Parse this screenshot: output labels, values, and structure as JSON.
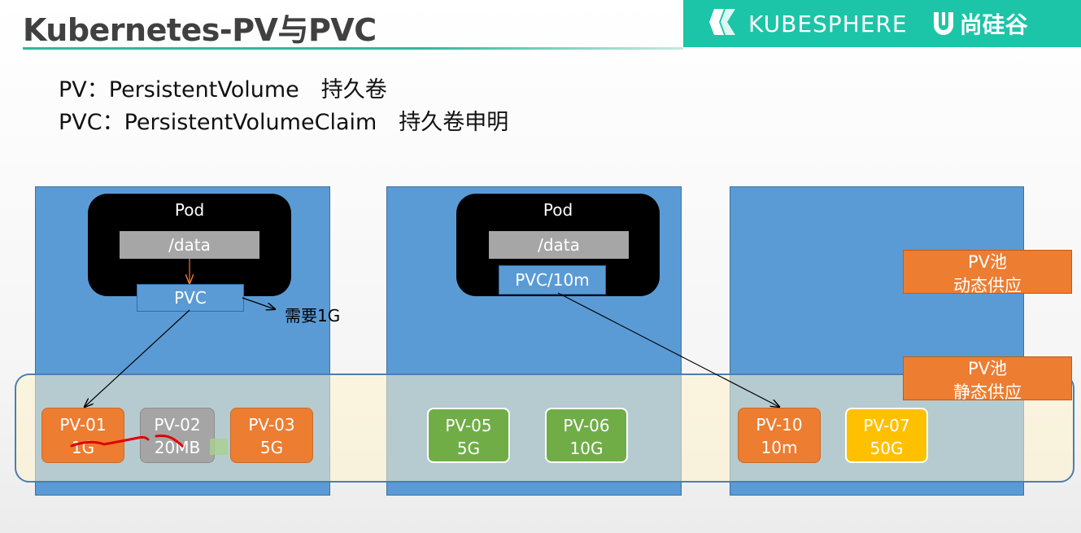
{
  "header": {
    "title": "Kubernetes-PV与PVC",
    "brand_kubesphere": "KUBESPHERE",
    "brand_sgg": "尚硅谷"
  },
  "definitions": {
    "pv": "PV：PersistentVolume　持久卷",
    "pvc": "PVC：PersistentVolumeClaim　持久卷申明"
  },
  "diagram": {
    "panel1": {
      "pod_label": "Pod",
      "mount": "/data",
      "pvc": "PVC",
      "note": "需要1G"
    },
    "panel2": {
      "pod_label": "Pod",
      "mount": "/data",
      "pvc": "PVC/10m"
    },
    "pools": {
      "dynamic_line1": "PV池",
      "dynamic_line2": "动态供应",
      "static_line1": "PV池",
      "static_line2": "静态供应"
    },
    "pvs": [
      {
        "name": "PV-01",
        "size": "1G",
        "color": "#ed7d31"
      },
      {
        "name": "PV-02",
        "size": "20MB",
        "color": "#a5a5a5"
      },
      {
        "name": "PV-03",
        "size": "5G",
        "color": "#ed7d31"
      },
      {
        "name": "PV-05",
        "size": "5G",
        "color": "#70ad47"
      },
      {
        "name": "PV-06",
        "size": "10G",
        "color": "#70ad47"
      },
      {
        "name": "PV-10",
        "size": "10m",
        "color": "#ed7d31"
      },
      {
        "name": "PV-07",
        "size": "50G",
        "color": "#ffc000"
      }
    ]
  }
}
